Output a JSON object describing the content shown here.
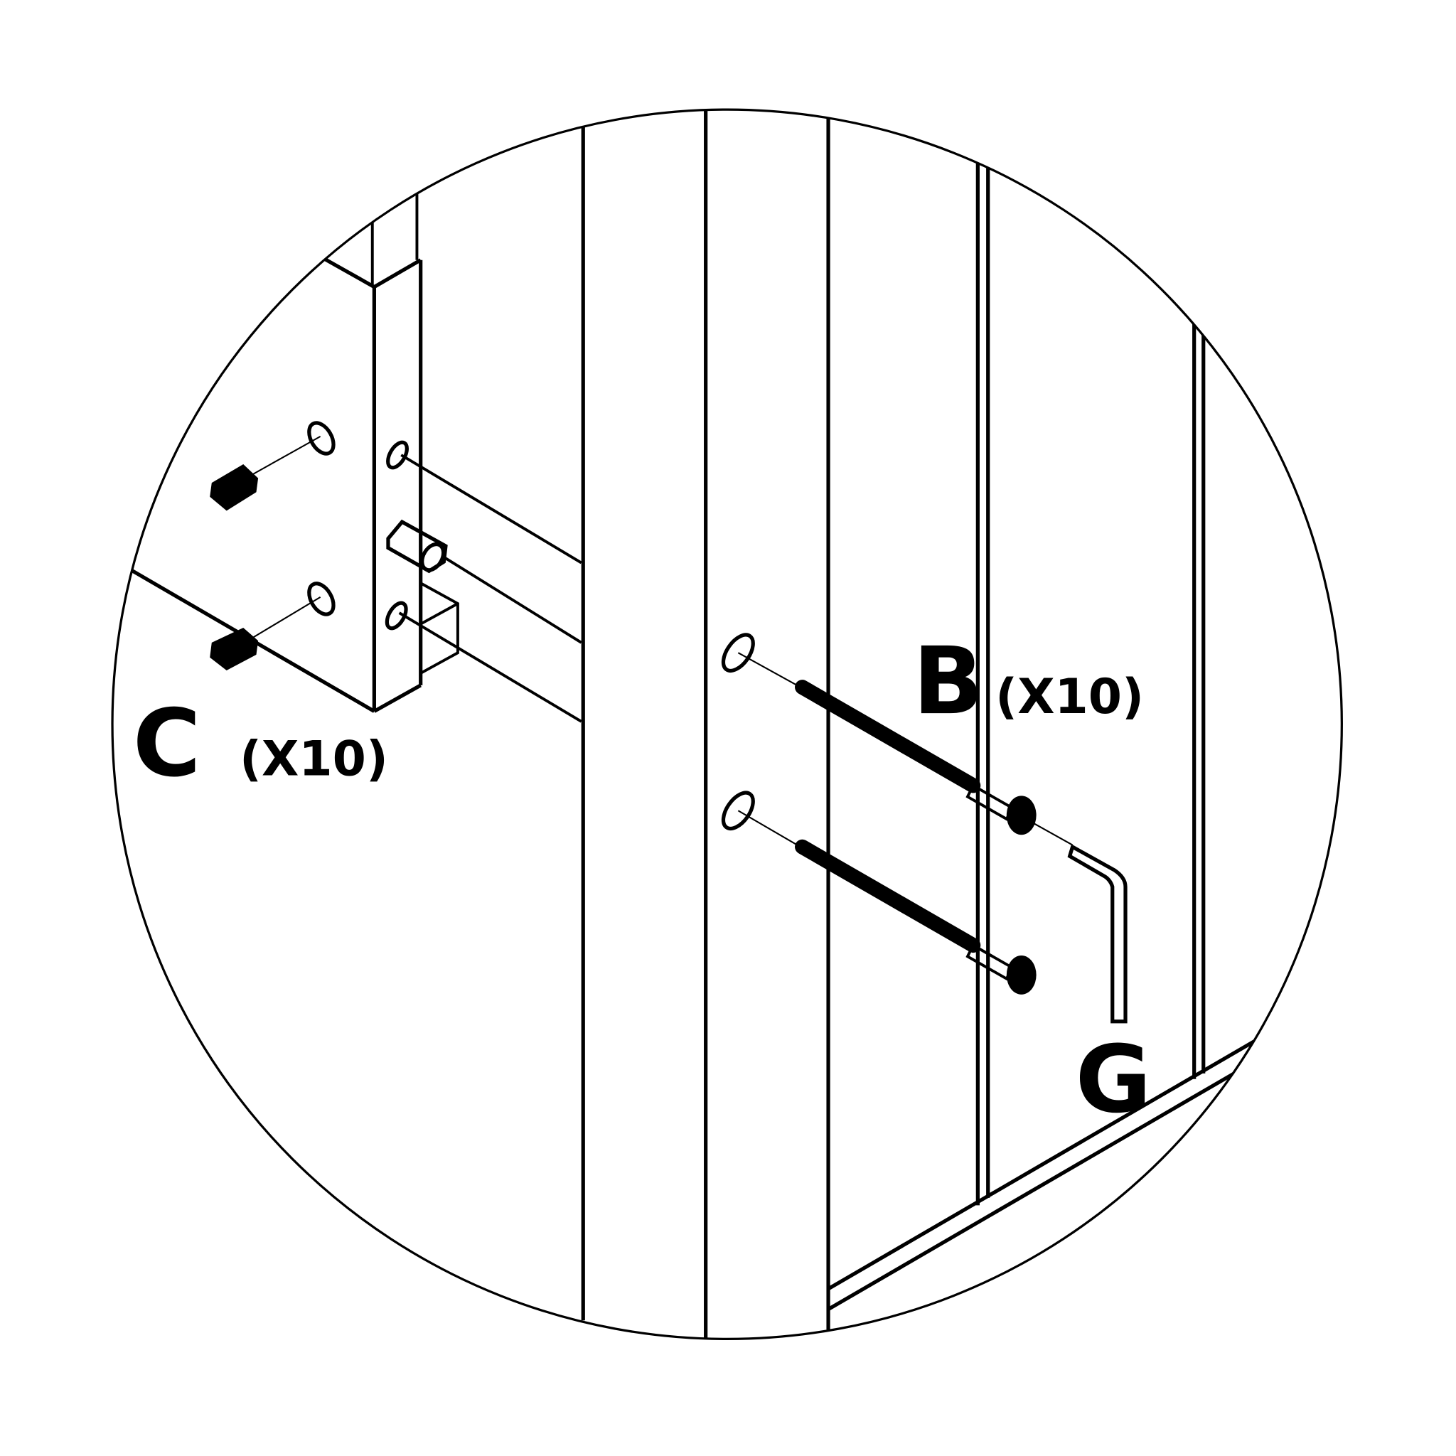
{
  "labels": {
    "bolt": {
      "letter": "B",
      "qty": "(X10)"
    },
    "nut": {
      "letter": "C",
      "qty": "(X10)"
    },
    "key": {
      "letter": "G"
    }
  },
  "colors": {
    "ink": "#000000",
    "background": "#ffffff"
  }
}
